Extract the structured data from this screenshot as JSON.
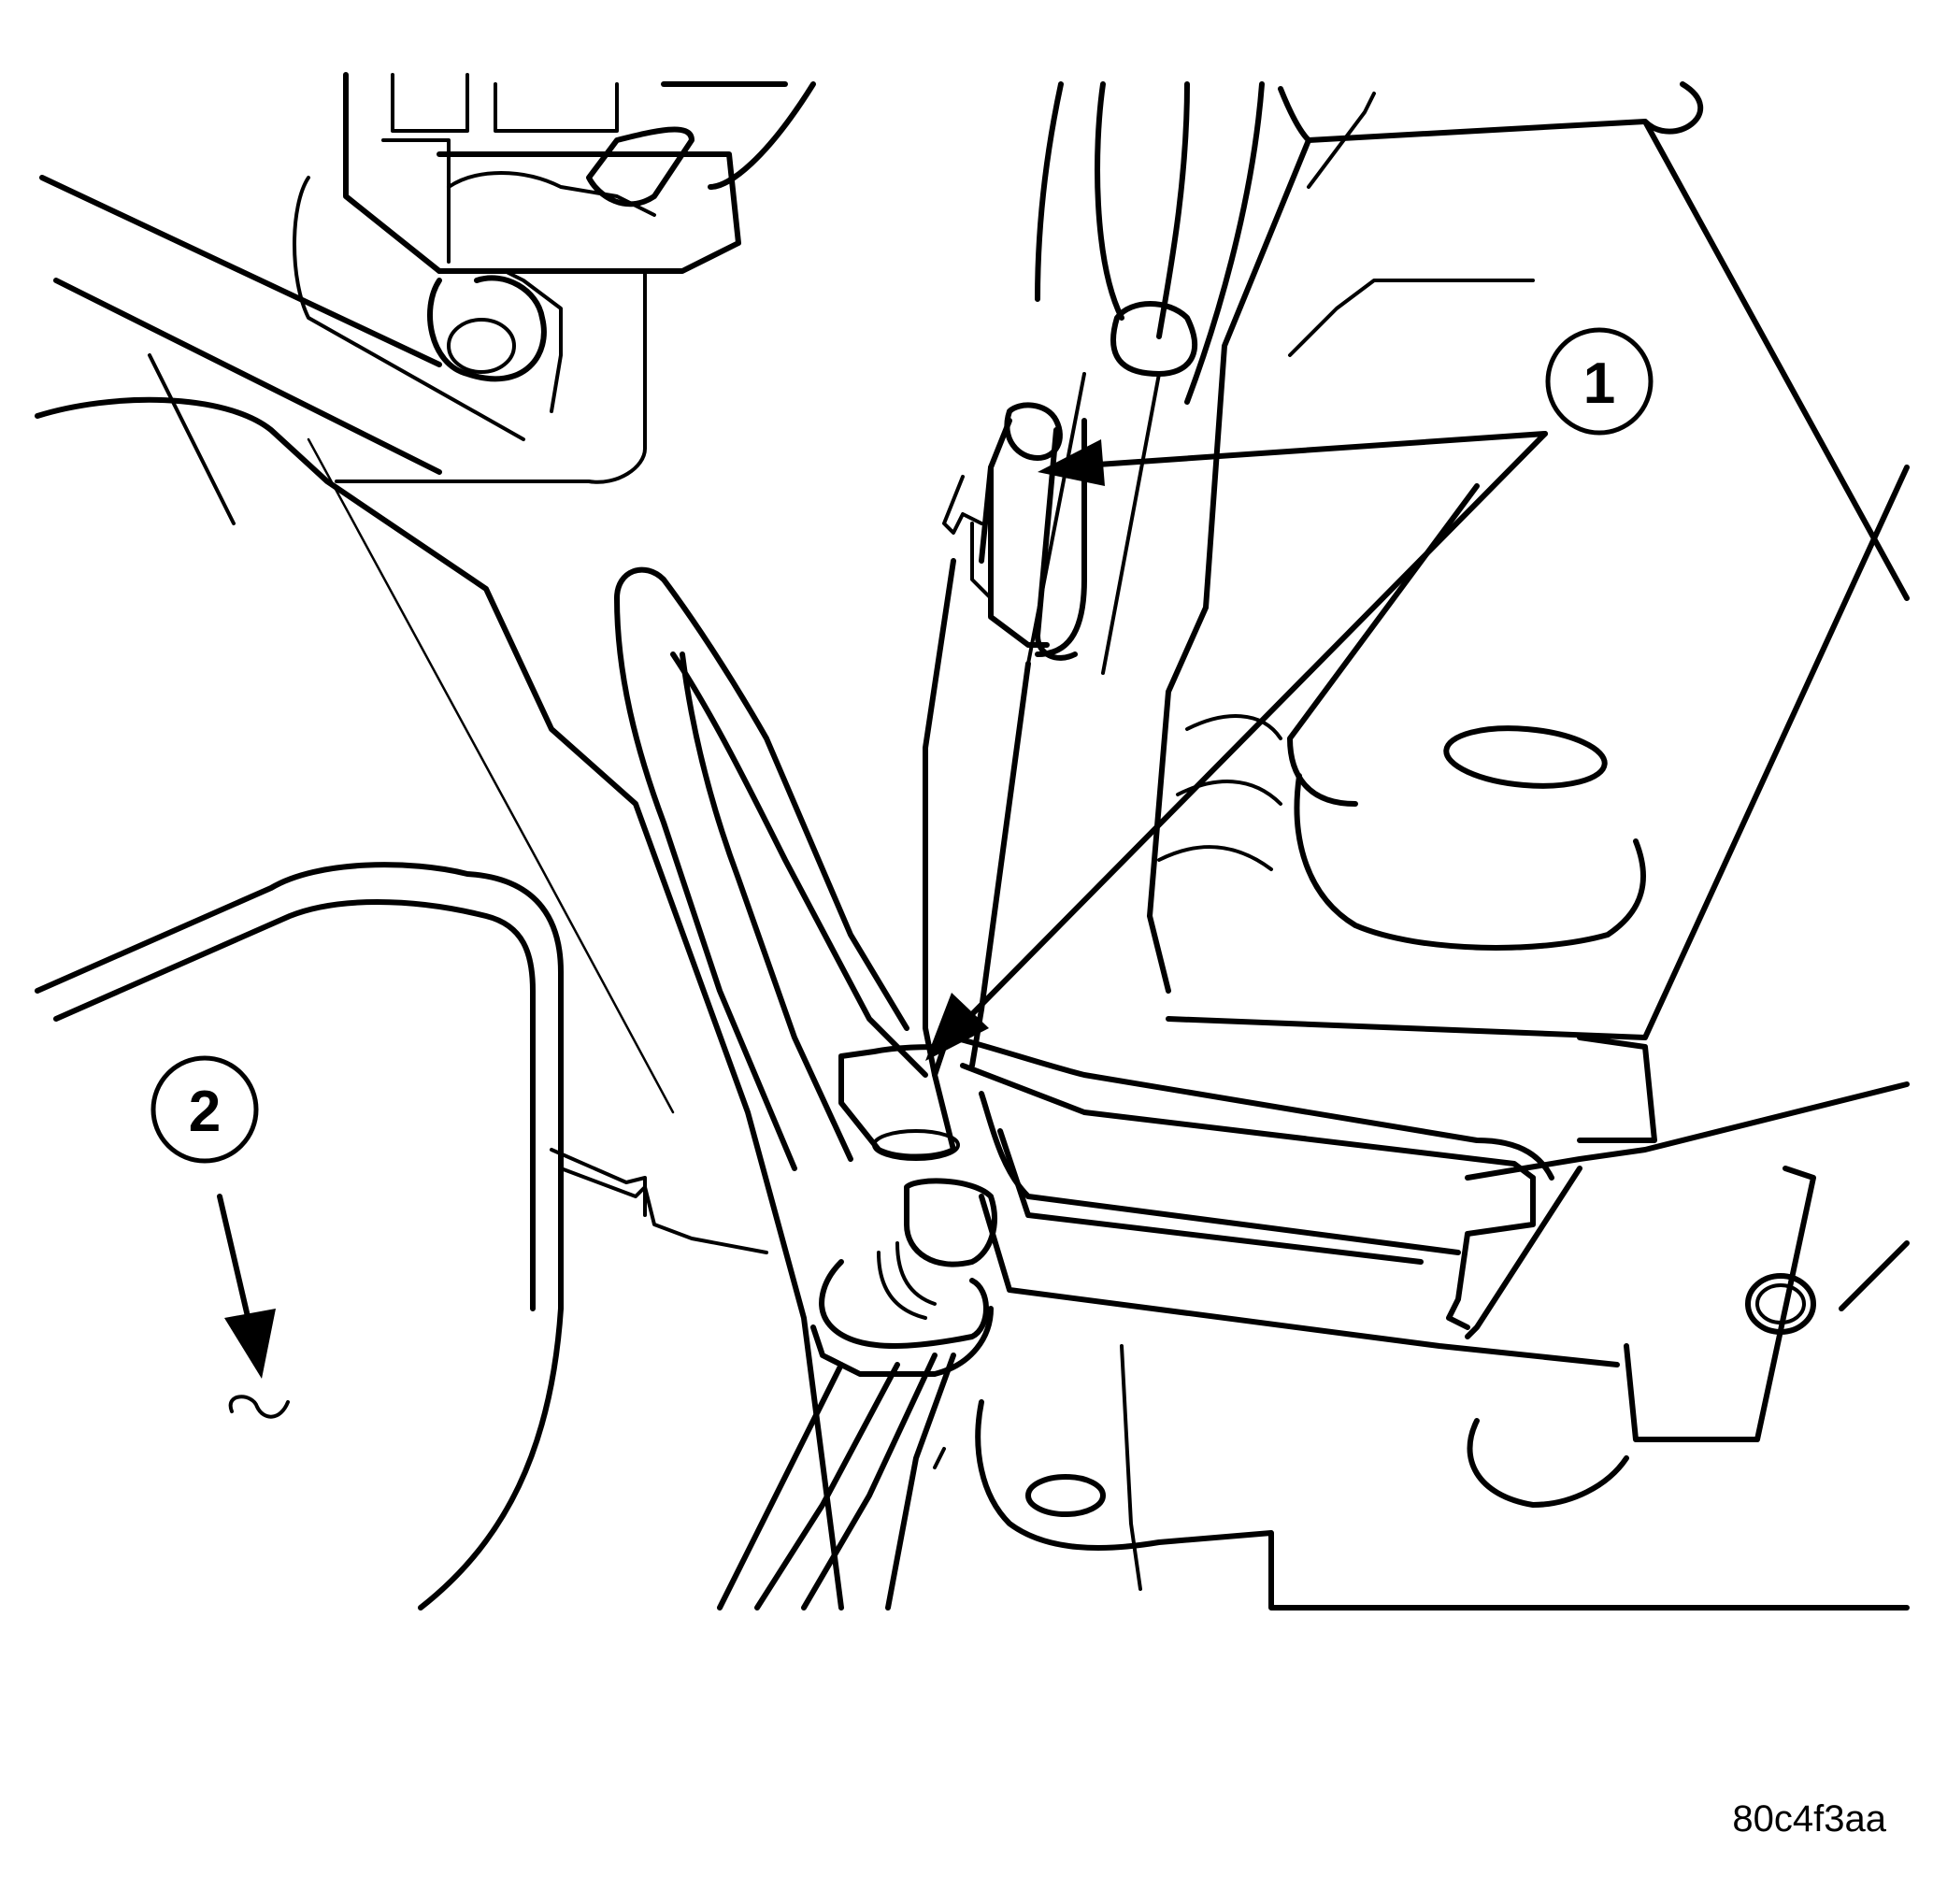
{
  "callouts": [
    {
      "label": "1"
    },
    {
      "label": "2"
    }
  ],
  "figure_code": "80c4f3aa",
  "colors": {
    "ink": "#000000",
    "paper": "#ffffff"
  },
  "icons": {
    "callout_1": "circle-number",
    "callout_2": "circle-number",
    "direction": "arrow-down-icon"
  }
}
